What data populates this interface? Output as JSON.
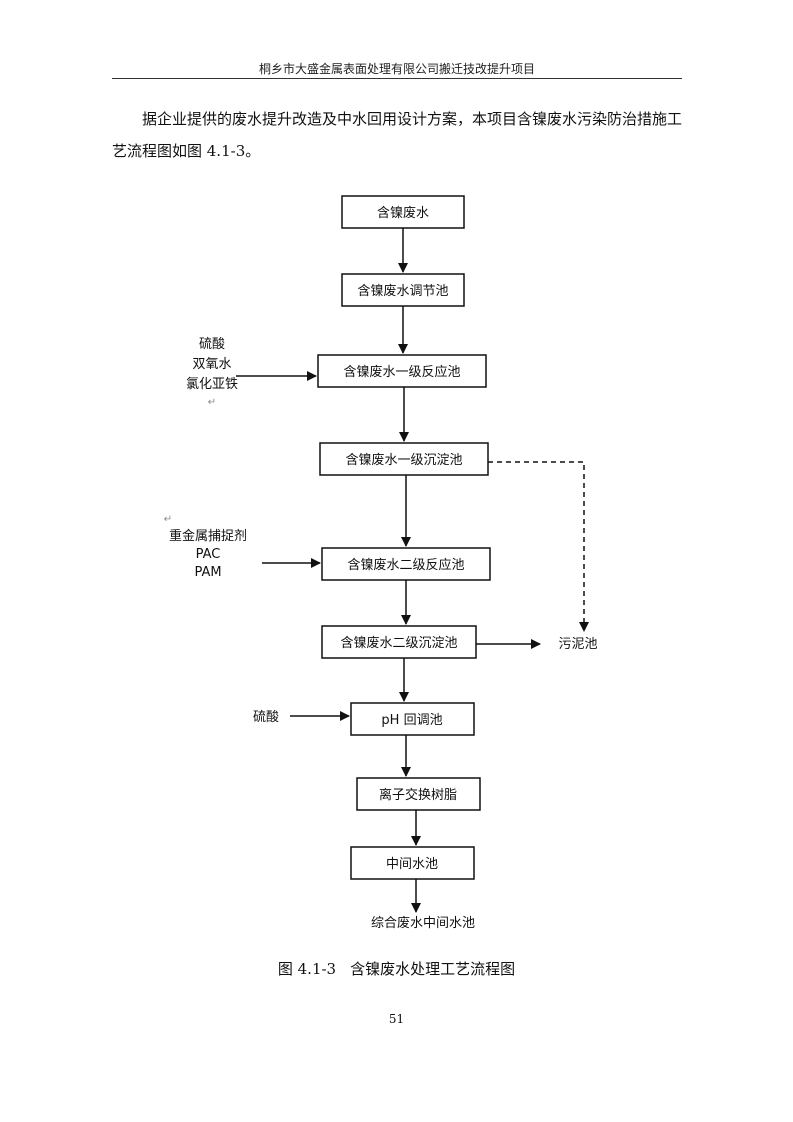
{
  "header": {
    "title": "桐乡市大盛金属表面处理有限公司搬迁技改提升项目"
  },
  "intro": {
    "text": "据企业提供的废水提升改造及中水回用设计方案，本项目含镍废水污染防治措施工艺流程图如图 4.1-3。"
  },
  "flow": {
    "boxes": {
      "raw": "含镍废水",
      "equalize": "含镍废水调节池",
      "react1": "含镍废水一级反应池",
      "settle1": "含镍废水一级沉淀池",
      "react2": "含镍废水二级反应池",
      "settle2": "含镍废水二级沉淀池",
      "ph": "pH 回调池",
      "ion": "离子交换树脂",
      "mid": "中间水池"
    },
    "inputs": {
      "react1": [
        "硫酸",
        "双氧水",
        "氯化亚铁"
      ],
      "react2": [
        "重金属捕捉剂",
        "PAC",
        "PAM"
      ],
      "ph": [
        "硫酸"
      ]
    },
    "sludge": "污泥池",
    "output": "综合废水中间水池",
    "return_mark": "↵"
  },
  "caption": {
    "figure_no": "图 4.1-3",
    "title": "含镍废水处理工艺流程图"
  },
  "page_number": "51"
}
